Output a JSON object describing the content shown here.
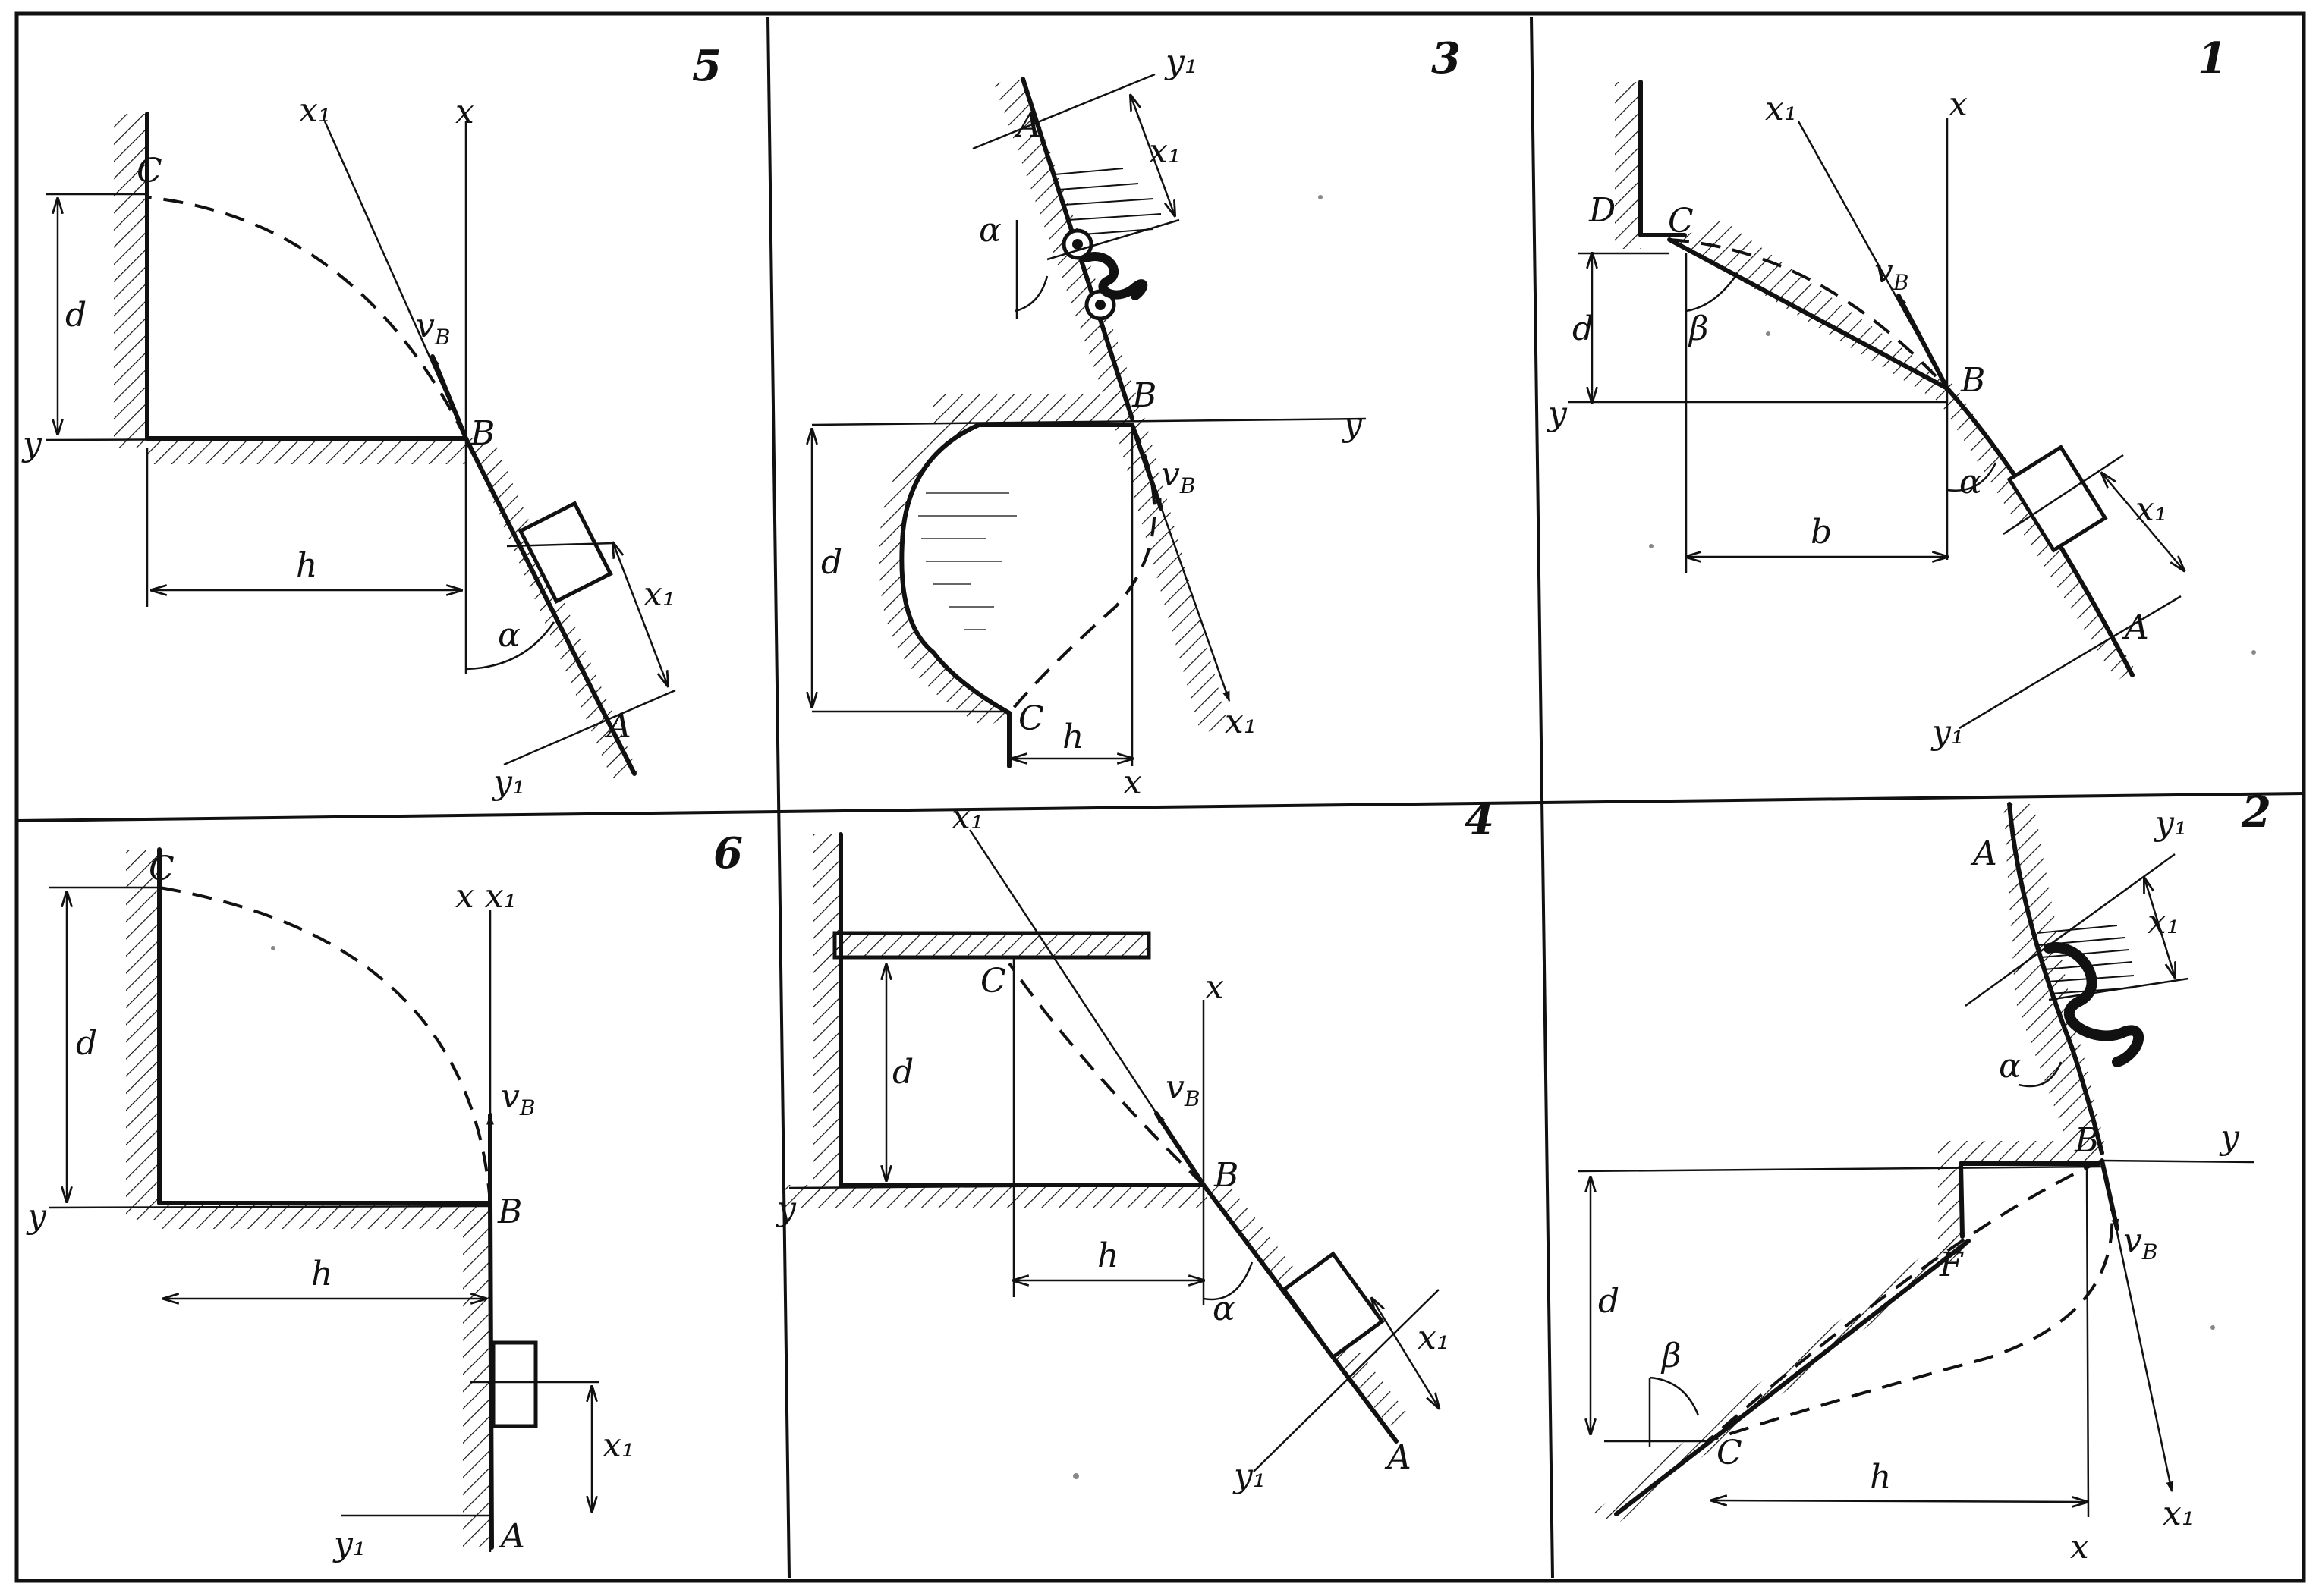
{
  "panels": [
    {
      "id": "1",
      "number": "1",
      "labels": {
        "D": "D",
        "C": "C",
        "B": "B",
        "A": "A",
        "x": "x",
        "x1": "x₁",
        "y": "y",
        "y1": "y₁",
        "vB": "v",
        "vB_sub": "B",
        "d": "d",
        "b": "b",
        "alpha": "α",
        "beta": "β"
      }
    },
    {
      "id": "2",
      "number": "2",
      "labels": {
        "A": "A",
        "B": "B",
        "C": "C",
        "F": "F",
        "x": "x",
        "x1": "x₁",
        "y": "y",
        "y1": "y₁",
        "vB": "v",
        "vB_sub": "B",
        "d": "d",
        "h": "h",
        "alpha": "α",
        "beta": "β"
      }
    },
    {
      "id": "3",
      "number": "3",
      "labels": {
        "A": "A",
        "B": "B",
        "C": "C",
        "x": "x",
        "x1": "x₁",
        "y": "y",
        "y1": "y₁",
        "vB": "v",
        "vB_sub": "B",
        "d": "d",
        "h": "h",
        "alpha": "α",
        "x1_dim": "x₁"
      }
    },
    {
      "id": "4",
      "number": "4",
      "labels": {
        "A": "A",
        "B": "B",
        "C": "C",
        "x": "x",
        "x1": "x₁",
        "y": "y",
        "y1": "y₁",
        "vB": "v",
        "vB_sub": "B",
        "d": "d",
        "h": "h",
        "alpha": "α",
        "x1_dim": "x₁"
      }
    },
    {
      "id": "5",
      "number": "5",
      "labels": {
        "A": "A",
        "B": "B",
        "C": "C",
        "x": "x",
        "x1": "x₁",
        "y": "y",
        "y1": "y₁",
        "vB": "v",
        "vB_sub": "B",
        "d": "d",
        "h": "h",
        "alpha": "α",
        "x1_dim": "x₁"
      }
    },
    {
      "id": "6",
      "number": "6",
      "labels": {
        "A": "A",
        "B": "B",
        "C": "C",
        "x": "x x₁",
        "y": "y",
        "y1": "y₁",
        "vB": "v",
        "vB_sub": "B",
        "d": "d",
        "h": "h",
        "x1_dim": "x₁"
      }
    }
  ]
}
